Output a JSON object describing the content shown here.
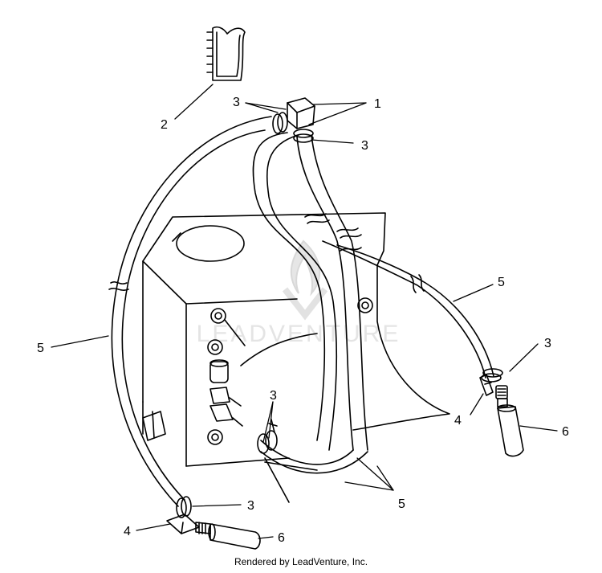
{
  "watermark": {
    "text": "LEADVENTURE",
    "icon": "flame-logo-icon"
  },
  "footer": {
    "credit": "Rendered by LeadVenture, Inc."
  },
  "callouts": {
    "c1": "1",
    "c2": "2",
    "c3a": "3",
    "c3b": "3",
    "c3c": "3",
    "c3d": "3",
    "c3e": "3",
    "c4a": "4",
    "c4b": "4",
    "c5a": "5",
    "c5b": "5",
    "c5c": "5",
    "c6a": "6",
    "c6b": "6"
  }
}
